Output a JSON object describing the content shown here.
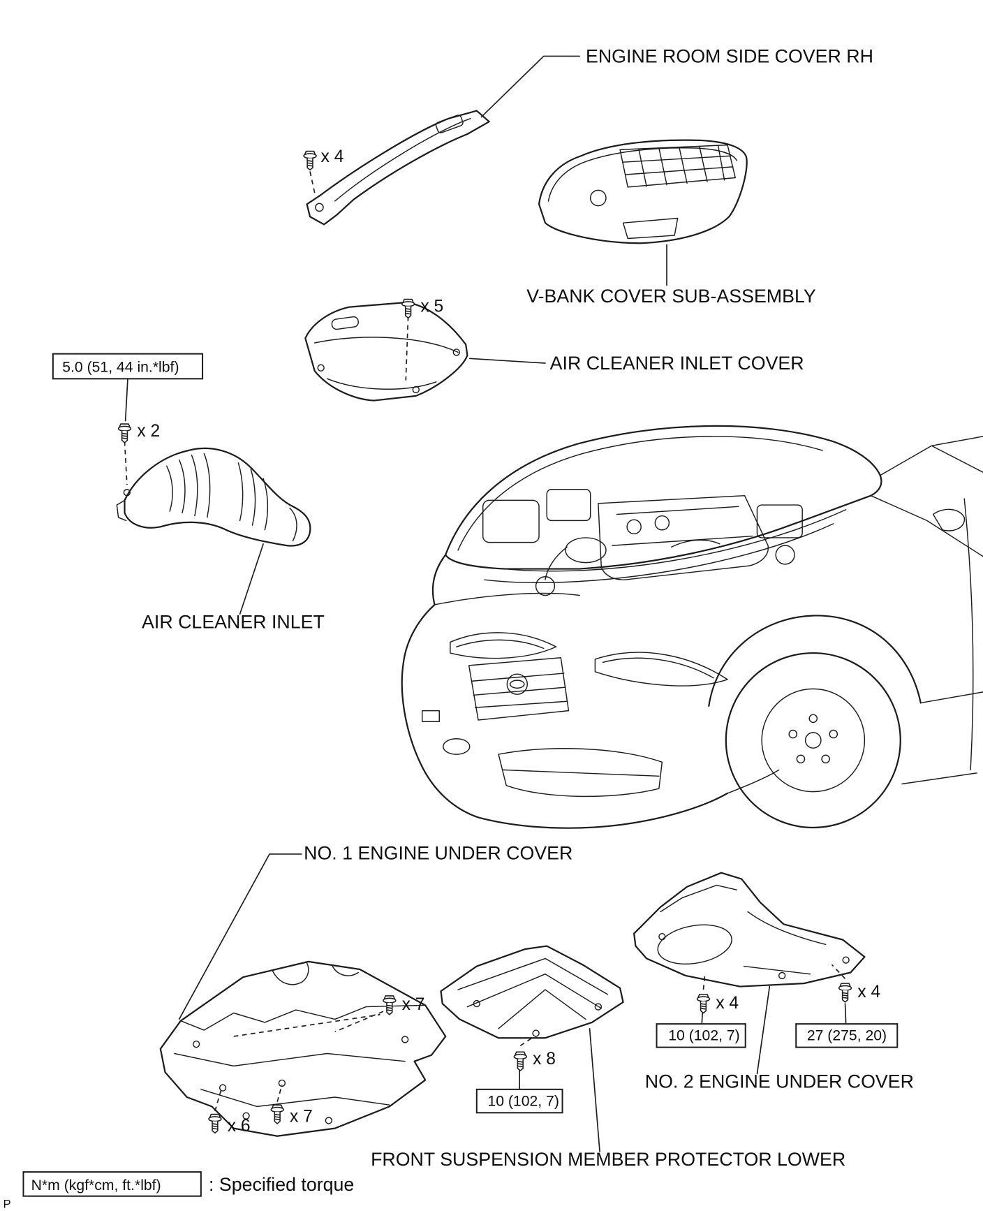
{
  "page": {
    "marker": "P"
  },
  "legend": {
    "torque_box": "N*m (kgf*cm, ft.*lbf)",
    "torque_note": ": Specified torque"
  },
  "parts": {
    "engine_room_side_cover_rh": {
      "label": "ENGINE ROOM SIDE COVER RH",
      "fastener_count": "x 4"
    },
    "v_bank_cover": {
      "label": "V-BANK COVER SUB-ASSEMBLY"
    },
    "air_cleaner_inlet_cover": {
      "label": "AIR CLEANER INLET COVER",
      "fastener_count": "x 5"
    },
    "air_cleaner_inlet": {
      "label": "AIR CLEANER INLET",
      "fastener_count": "x 2",
      "torque": "5.0 (51, 44 in.*lbf)"
    },
    "no1_engine_under_cover": {
      "label": "NO. 1 ENGINE UNDER COVER",
      "fastener_counts": [
        "x 7",
        "x 6",
        "x 7"
      ]
    },
    "front_suspension_member_protector_lower": {
      "label": "FRONT SUSPENSION MEMBER PROTECTOR LOWER",
      "fastener_count": "x 8",
      "torque": "10 (102, 7)"
    },
    "no2_engine_under_cover": {
      "label": "NO. 2 ENGINE UNDER COVER",
      "fastener_count_left": "x 4",
      "fastener_count_right": "x 4",
      "torque_left": "10 (102, 7)",
      "torque_right": "27 (275, 20)"
    }
  }
}
